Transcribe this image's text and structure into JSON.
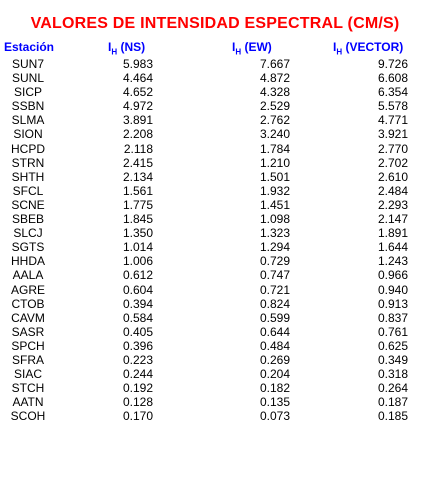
{
  "title": "VALORES DE INTENSIDAD ESPECTRAL (CM/S)",
  "columns": {
    "station": "Estación",
    "ns_symbol": "I",
    "ns_sub": "H",
    "ns_label": " (NS)",
    "ew_symbol": "I",
    "ew_sub": "H",
    "ew_label": " (EW)",
    "vec_symbol": "I",
    "vec_sub": "H",
    "vec_label": " (VECTOR)"
  },
  "rows": [
    {
      "station": "SUN7",
      "ns": "5.983",
      "ew": "7.667",
      "vec": "9.726"
    },
    {
      "station": "SUNL",
      "ns": "4.464",
      "ew": "4.872",
      "vec": "6.608"
    },
    {
      "station": "SICP",
      "ns": "4.652",
      "ew": "4.328",
      "vec": "6.354"
    },
    {
      "station": "SSBN",
      "ns": "4.972",
      "ew": "2.529",
      "vec": "5.578"
    },
    {
      "station": "SLMA",
      "ns": "3.891",
      "ew": "2.762",
      "vec": "4.771"
    },
    {
      "station": "SION",
      "ns": "2.208",
      "ew": "3.240",
      "vec": "3.921"
    },
    {
      "station": "HCPD",
      "ns": "2.118",
      "ew": "1.784",
      "vec": "2.770"
    },
    {
      "station": "STRN",
      "ns": "2.415",
      "ew": "1.210",
      "vec": "2.702"
    },
    {
      "station": "SHTH",
      "ns": "2.134",
      "ew": "1.501",
      "vec": "2.610"
    },
    {
      "station": "SFCL",
      "ns": "1.561",
      "ew": "1.932",
      "vec": "2.484"
    },
    {
      "station": "SCNE",
      "ns": "1.775",
      "ew": "1.451",
      "vec": "2.293"
    },
    {
      "station": "SBEB",
      "ns": "1.845",
      "ew": "1.098",
      "vec": "2.147"
    },
    {
      "station": "SLCJ",
      "ns": "1.350",
      "ew": "1.323",
      "vec": "1.891"
    },
    {
      "station": "SGTS",
      "ns": "1.014",
      "ew": "1.294",
      "vec": "1.644"
    },
    {
      "station": "HHDA",
      "ns": "1.006",
      "ew": "0.729",
      "vec": "1.243"
    },
    {
      "station": "AALA",
      "ns": "0.612",
      "ew": "0.747",
      "vec": "0.966"
    },
    {
      "station": "AGRE",
      "ns": "0.604",
      "ew": "0.721",
      "vec": "0.940"
    },
    {
      "station": "CTOB",
      "ns": "0.394",
      "ew": "0.824",
      "vec": "0.913"
    },
    {
      "station": "CAVM",
      "ns": "0.584",
      "ew": "0.599",
      "vec": "0.837"
    },
    {
      "station": "SASR",
      "ns": "0.405",
      "ew": "0.644",
      "vec": "0.761"
    },
    {
      "station": "SPCH",
      "ns": "0.396",
      "ew": "0.484",
      "vec": "0.625"
    },
    {
      "station": "SFRA",
      "ns": "0.223",
      "ew": "0.269",
      "vec": "0.349"
    },
    {
      "station": "SIAC",
      "ns": "0.244",
      "ew": "0.204",
      "vec": "0.318"
    },
    {
      "station": "STCH",
      "ns": "0.192",
      "ew": "0.182",
      "vec": "0.264"
    },
    {
      "station": "AATN",
      "ns": "0.128",
      "ew": "0.135",
      "vec": "0.187"
    },
    {
      "station": "SCOH",
      "ns": "0.170",
      "ew": "0.073",
      "vec": "0.185"
    }
  ]
}
